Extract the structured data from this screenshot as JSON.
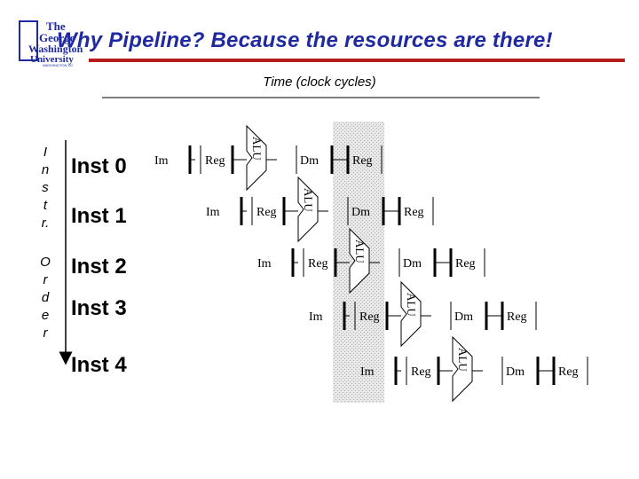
{
  "header": {
    "logo_text": "The George Washington University",
    "logo_subtext": "WASHINGTON DC",
    "title": "Why Pipeline? Because the resources are there!"
  },
  "axis": {
    "time_label": "Time (clock cycles)",
    "order_label": [
      "I",
      "n",
      "s",
      "t",
      "r.",
      "O",
      "r",
      "d",
      "e",
      "r"
    ]
  },
  "instructions": [
    "Inst 0",
    "Inst 1",
    "Inst 2",
    "Inst 3",
    "Inst 4"
  ],
  "stages": {
    "instruction_memory": "Im",
    "register_read": "Reg",
    "alu": "ALU",
    "data_memory": "Dm",
    "register_write": "Reg"
  },
  "colors": {
    "title": "#1f2aa0",
    "title_rule": "#b51c1c",
    "logo": "#1f2aa0",
    "highlight_band": "#e4e4e4"
  }
}
